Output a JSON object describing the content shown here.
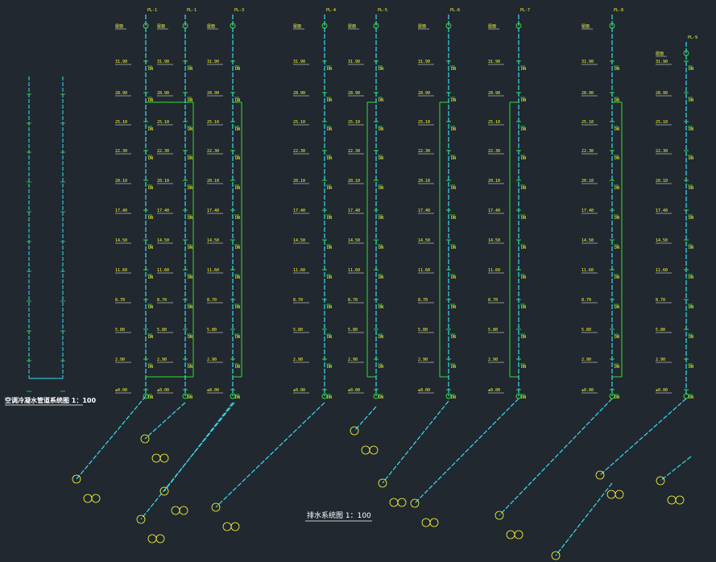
{
  "drawing": {
    "main_title": "排水系统图 1：100",
    "side_title": "空调冷凝水管道系统图 1：100",
    "colors": {
      "background": "#212830",
      "pipe": "#35e0f0",
      "riser_branch": "#33dd33",
      "label_white": "#ffffff",
      "label_yellow": "#ffff33"
    }
  },
  "floor_elevations": [
    "31.90",
    "28.90",
    "25.10",
    "22.30",
    "20.10",
    "17.40",
    "14.50",
    "11.60",
    "8.70",
    "5.80",
    "2.90",
    "±0.00"
  ],
  "riser_groups": [
    {
      "tags": [
        "PL-1",
        "PL-2"
      ]
    },
    {
      "tags": [
        "PL-3"
      ]
    },
    {
      "tags": [
        "PL-4"
      ]
    },
    {
      "tags": [
        "PL-5"
      ]
    },
    {
      "tags": [
        "PL-6"
      ]
    },
    {
      "tags": [
        "PL-7"
      ]
    },
    {
      "tags": [
        "PL-8"
      ]
    },
    {
      "tags": [
        "PL-9"
      ]
    }
  ]
}
